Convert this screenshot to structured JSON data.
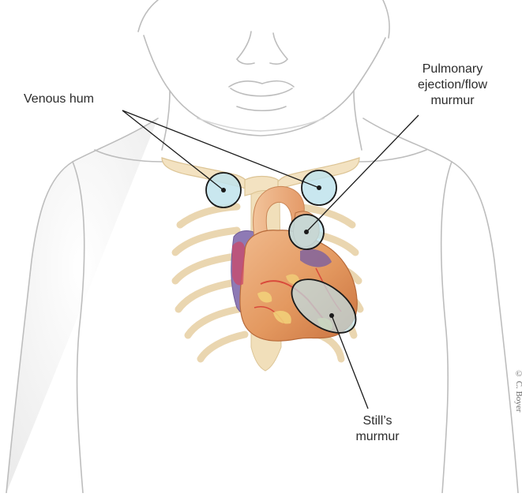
{
  "labels": {
    "venous_hum": "Venous hum",
    "pulmonary_line1": "Pulmonary",
    "pulmonary_line2": "ejection/flow",
    "pulmonary_line3": "murmur",
    "stills_line1": "Still’s",
    "stills_line2": "murmur"
  },
  "credit": "© C. Boyer",
  "colors": {
    "line_art": "#b9b9b9",
    "skin_shade": "#e9e9e9",
    "bone": "#f1dcb4",
    "bone_edge": "#d8bd8a",
    "heart": "#e8a678",
    "heart_dark": "#c9764a",
    "vessel_blue": "#8f78b8",
    "aorta_red": "#d9463a",
    "site_fill": "#bfe3ec",
    "site_stroke": "#1a1a1a",
    "text": "#2b2b2b"
  }
}
